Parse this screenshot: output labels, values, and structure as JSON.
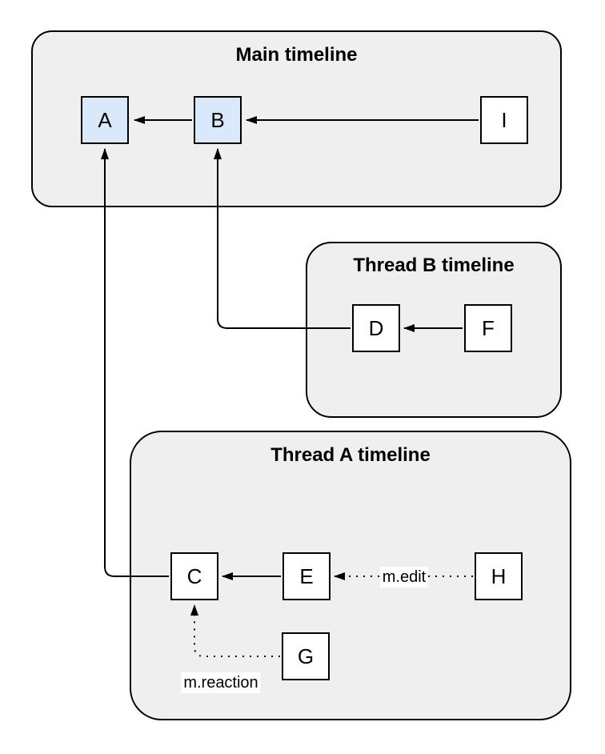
{
  "diagram_type": "matrix-event-thread-diagram",
  "colors": {
    "background": "#ffffff",
    "container_fill": "#efefef",
    "container_stroke": "#000000",
    "node_fill": "#ffffff",
    "node_fill_highlighted": "#dae8fc",
    "node_stroke": "#000000",
    "edge_color": "#000000",
    "edge_label_background": "#ffffff",
    "text_color": "#000000"
  },
  "containers": {
    "main": {
      "title": "Main timeline",
      "nodes": [
        "A",
        "B",
        "I"
      ]
    },
    "thread_b": {
      "title": "Thread B timeline",
      "nodes": [
        "D",
        "F"
      ]
    },
    "thread_a": {
      "title": "Thread A timeline",
      "nodes": [
        "C",
        "E",
        "H",
        "G"
      ]
    }
  },
  "nodes": {
    "a": {
      "label": "A",
      "highlighted": true
    },
    "b": {
      "label": "B",
      "highlighted": true
    },
    "i": {
      "label": "I",
      "highlighted": false
    },
    "d": {
      "label": "D",
      "highlighted": false
    },
    "f": {
      "label": "F",
      "highlighted": false
    },
    "c": {
      "label": "C",
      "highlighted": false
    },
    "e": {
      "label": "E",
      "highlighted": false
    },
    "h": {
      "label": "H",
      "highlighted": false
    },
    "g": {
      "label": "G",
      "highlighted": false
    }
  },
  "edges": [
    {
      "from": "B",
      "to": "A",
      "style": "solid",
      "label": ""
    },
    {
      "from": "I",
      "to": "B",
      "style": "solid",
      "label": ""
    },
    {
      "from": "F",
      "to": "D",
      "style": "solid",
      "label": ""
    },
    {
      "from": "D",
      "to": "B",
      "style": "solid",
      "label": ""
    },
    {
      "from": "E",
      "to": "C",
      "style": "solid",
      "label": ""
    },
    {
      "from": "C",
      "to": "A",
      "style": "solid",
      "label": ""
    },
    {
      "from": "H",
      "to": "E",
      "style": "dotted",
      "label": "m.edit"
    },
    {
      "from": "G",
      "to": "C",
      "style": "dotted",
      "label": "m.reaction"
    }
  ],
  "edge_labels": {
    "edit": "m.edit",
    "reaction": "m.reaction"
  }
}
